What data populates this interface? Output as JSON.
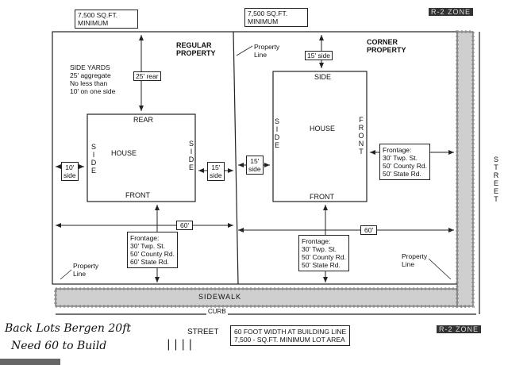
{
  "lot_min_left": "7,500 SQ.FT.\nMINIMUM",
  "lot_min_right": "7,500 SQ.FT.\nMINIMUM",
  "zone_top": "R-2 ZONE",
  "zone_bottom": "R-2 ZONE",
  "regular_title": "REGULAR\nPROPERTY",
  "corner_title": "CORNER\nPROPERTY",
  "property_line_top": "Property\nLine",
  "property_line_left": "Property\nLine",
  "property_line_right": "Property\nLine",
  "side_yards": "SIDE YARDS\n25' aggregate\nNo less than\n10' on one side",
  "rear_25": "25' rear",
  "side_15_top": "15' side",
  "side_10": "10'\nside",
  "side_15_mid": "15'\nside",
  "side_15_corner": "15'\nside",
  "house_left": {
    "rear": "REAR",
    "front": "FRONT",
    "house": "HOUSE",
    "side": "S\nI\nD\nE"
  },
  "house_right": {
    "side_top": "SIDE",
    "front": "FRONT",
    "house": "HOUSE",
    "side_left": "S\nI\nD\nE",
    "front_right": "F\nR\nO\nN\nT"
  },
  "width_60_left": "60'",
  "width_60_right": "60'",
  "frontage_left": "Frontage:\n30' Twp. St.\n50' County Rd.\n60' State Rd.",
  "frontage_mid": "Frontage:\n30' Twp. St.\n50' County Rd.\n50' State Rd.",
  "frontage_right": "Frontage:\n30' Twp. St.\n50' County Rd.\n50' State Rd.",
  "sidewalk": "SIDEWALK",
  "curb": "CURB",
  "street_bottom": "STREET",
  "street_side": "S\nT\nR\nE\nE\nT",
  "note_box": "60 FOOT WIDTH AT BUILDING LINE\n7,500 - SQ.FT. MINIMUM LOT AREA",
  "handwriting_line1": "Back Lots Bergen 20ft",
  "handwriting_line2": "Need 60 to Build",
  "handwriting_marks": "| | | |"
}
